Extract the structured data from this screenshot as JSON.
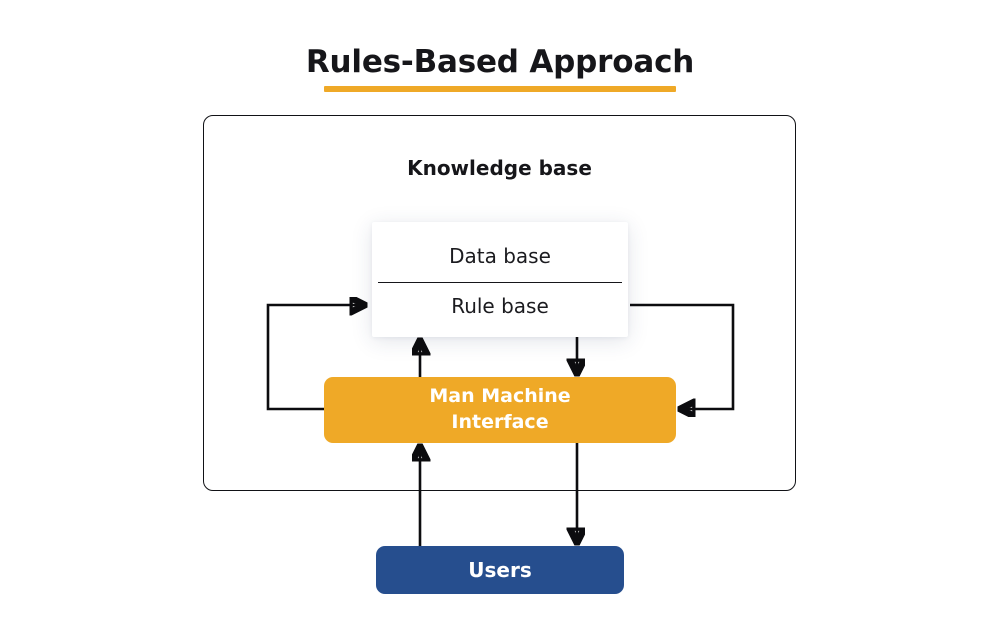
{
  "title": {
    "text": "Rules-Based Approach",
    "underline_color": "#EFA927"
  },
  "diagram": {
    "type": "block-diagram",
    "container": {
      "label": "Knowledge base",
      "border_color": "#111216"
    },
    "knowledge_card": {
      "rows": [
        {
          "label": "Data base"
        },
        {
          "label": "Rule base"
        }
      ],
      "background": "#FFFFFF"
    },
    "interface_box": {
      "line1": "Man Machine",
      "line2": "Interface",
      "color": "#EFA927",
      "text_color": "#FFFFFF"
    },
    "users_box": {
      "label": "Users",
      "color": "#264E8E",
      "text_color": "#FFFFFF"
    },
    "connectors": [
      {
        "name": "interface-to-rulebase-left-loop",
        "direction": "into-rule-base"
      },
      {
        "name": "rulebase-to-interface-right-loop",
        "direction": "into-interface"
      },
      {
        "name": "interface-up-to-card",
        "direction": "up"
      },
      {
        "name": "card-down-to-interface",
        "direction": "down"
      },
      {
        "name": "users-up-to-interface",
        "direction": "up"
      },
      {
        "name": "interface-down-to-users",
        "direction": "down"
      }
    ],
    "arrow_color": "#0C0C0F"
  }
}
